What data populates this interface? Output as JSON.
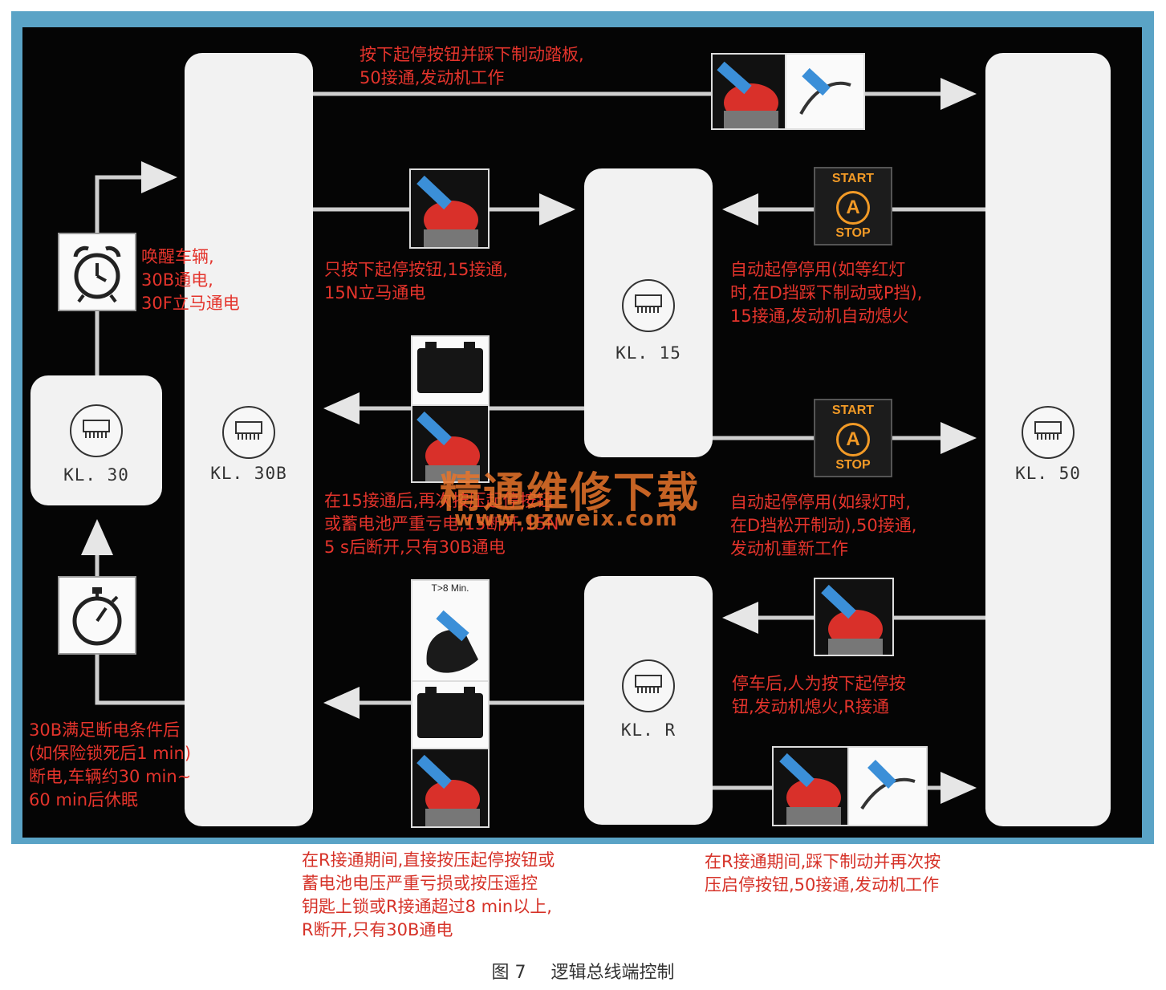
{
  "nodes": {
    "kl30": "KL. 30",
    "kl30b": "KL. 30B",
    "kl15": "KL. 15",
    "kl50": "KL. 50",
    "klr": "KL. R"
  },
  "notes": {
    "press_brake_start": "按下起停按钮并踩下制动踏板,\n50接通,发动机工作",
    "wake_vehicle": "唤醒车辆,\n30B通电,\n30F立马通电",
    "press_only_button": "只按下起停按钮,15接通,\n15N立马通电",
    "auto_stop_active": "自动起停停用(如等红灯\n时,在D挡踩下制动或P挡),\n15接通,发动机自动熄火",
    "after_15_on": "在15接通后,再次按压起停按钮\n或蓄电池严重亏电,15断开,15N\n5 s后断开,只有30B通电",
    "auto_stop_restart": "自动起停停用(如绿灯时,\n在D挡松开制动),50接通,\n发动机重新工作",
    "park_press_button": "停车后,人为按下起停按\n钮,发动机熄火,R接通",
    "sleep": "30B满足断电条件后\n(如保险锁死后1 min)\n断电,车辆约30 min~\n60 min后休眠",
    "r_on_press": "在R接通期间,直接按压起停按钮或\n蓄电池电压严重亏损或按压遥控\n钥匙上锁或R接通超过8 min以上,\nR断开,只有30B通电",
    "r_on_brake_press": "在R接通期间,踩下制动并再次按\n压启停按钮,50接通,发动机工作"
  },
  "start_stop": {
    "start": "START",
    "letter": "A",
    "stop": "STOP"
  },
  "timer_label": "T>8 Min.",
  "watermark": {
    "text": "精通维修下载",
    "url": "www.gzweix.com"
  },
  "caption": {
    "fig": "图 7",
    "title": "逻辑总线端控制"
  },
  "colors": {
    "annotation": "#e4342c",
    "frame": "#5aa3c6",
    "node": "#f2f2f2",
    "indicator": "#f29a26"
  }
}
